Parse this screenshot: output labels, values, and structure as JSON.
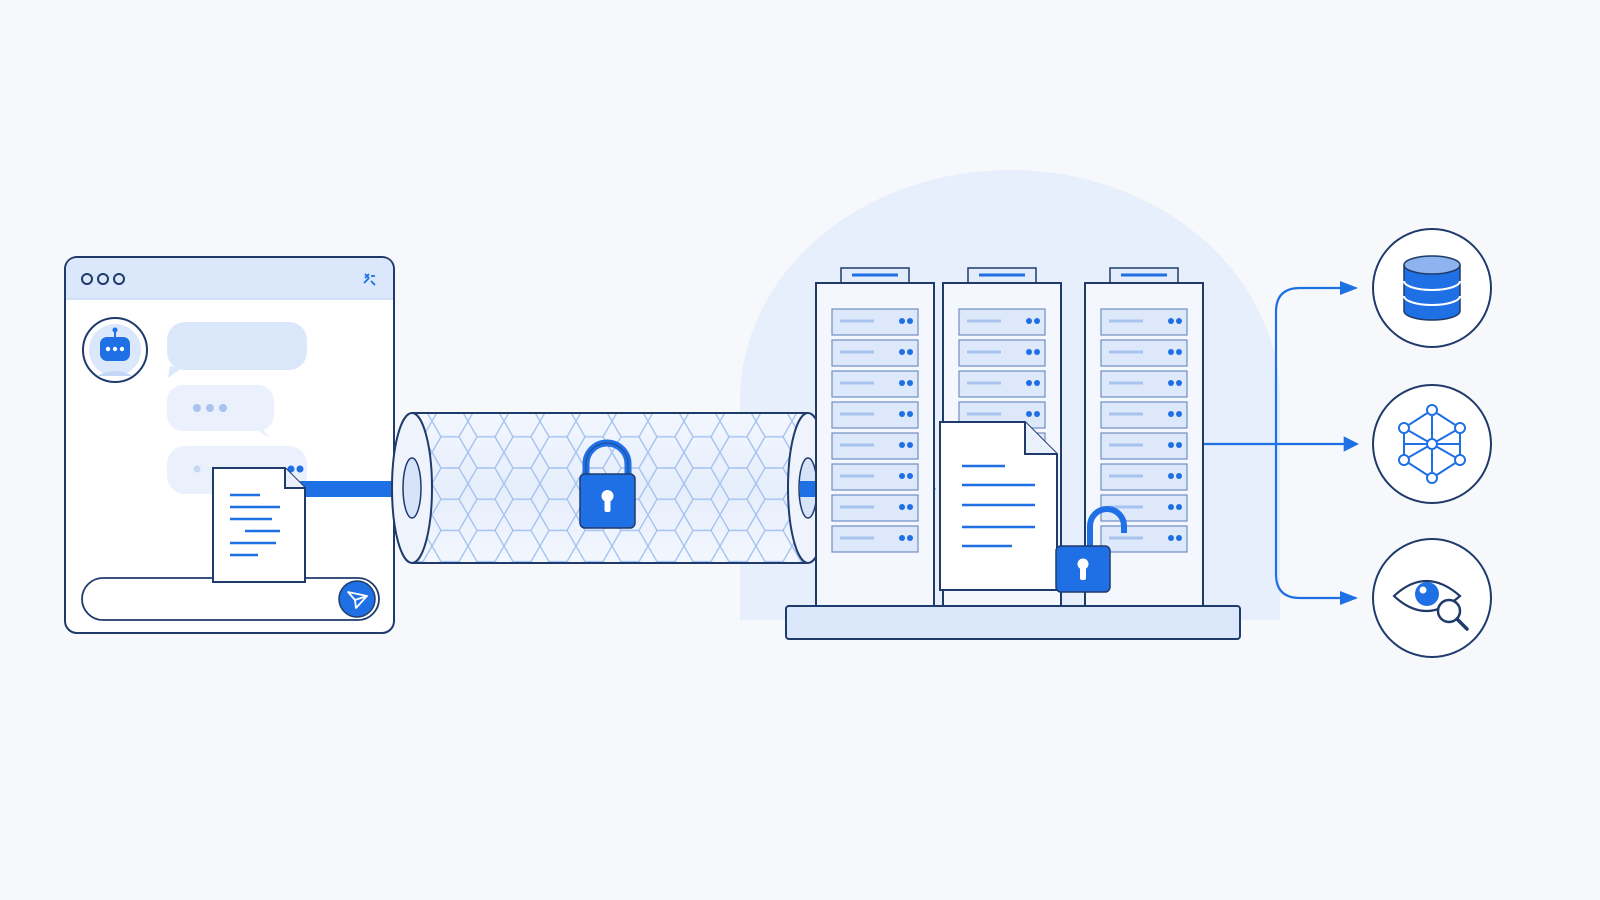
{
  "colors": {
    "background": "#f6f8fb",
    "ink": "#1f3b6b",
    "accent": "#1f6fe5",
    "accent_light": "#dbe7fb",
    "accent_pale": "#eaf1fd",
    "panel": "#ffffff"
  },
  "chat_window": {
    "window_controls": [
      "dot",
      "dot",
      "dot"
    ],
    "avatar_icon": "robot-chat-icon",
    "messages": [
      "bubble",
      "typing-indicator",
      "bubble"
    ],
    "send_icon": "send-arrow-icon"
  },
  "flow": {
    "payload_icon": "document-icon",
    "transit": {
      "shape": "encrypted-tunnel",
      "lock_icon": "lock-closed-icon"
    },
    "server_rack": {
      "rack_count": 3,
      "units_per_rack": 8,
      "document_icon": "document-icon",
      "lock_icon": "lock-open-icon"
    },
    "outputs": [
      {
        "icon": "database-icon"
      },
      {
        "icon": "neural-network-icon"
      },
      {
        "icon": "eye-inspect-icon"
      }
    ]
  }
}
